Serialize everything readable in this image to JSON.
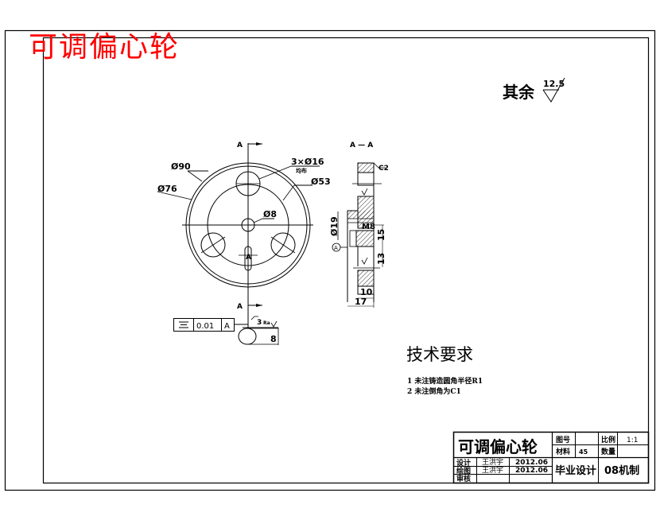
{
  "drawing": {
    "title_red": "可调偏心轮",
    "other_roughness_label": "其余",
    "other_roughness_value": "12.5",
    "section_marker": "A",
    "section_title": "A — A",
    "colors": {
      "title_red": "#ff0000",
      "line": "#000000",
      "paper": "#ffffff"
    }
  },
  "front_view": {
    "dims": {
      "d90": "Ø90",
      "d76": "Ø76",
      "d53": "Ø53",
      "holes": "3×Ø16",
      "holes_note": "均布",
      "d8": "Ø8",
      "slot_label": "A"
    },
    "section_mark_top": "A",
    "section_mark_bottom": "A",
    "tolerance_frame": {
      "symbol": "⌯",
      "symbol_text": "三",
      "value": "0.01",
      "datum": "A"
    },
    "detail_label": "3",
    "detail_rough": "Ra",
    "detail_dim": "8"
  },
  "section_view": {
    "dims": {
      "chamfer_top": "C2",
      "rough_1": "√",
      "d19": "Ø19",
      "m8": "M8",
      "dim_15": "15",
      "dim_13": "13",
      "dim_10": "10",
      "dim_17": "17",
      "datum": "A"
    }
  },
  "tech_requirements": {
    "title": "技术要求",
    "items": [
      "1  未注铸造圆角半径R1",
      "2  未注倒角为C1"
    ]
  },
  "title_block": {
    "part_name": "可调偏心轮",
    "drawing_no_label": "图号",
    "drawing_no_value": "",
    "scale_label": "比例",
    "scale_value": "1:1",
    "material_label": "材料",
    "material_value": "45",
    "quantity_label": "数量",
    "quantity_value": "",
    "designer_label": "设计",
    "designer_name": "王洪宇",
    "designer_date": "2012.06",
    "drafter_label": "绘图",
    "drafter_name": "王洪宇",
    "drafter_date": "2012.06",
    "reviewer_label": "审核",
    "reviewer_name": "",
    "reviewer_date": "",
    "project": "毕业设计",
    "class": "08机制"
  }
}
